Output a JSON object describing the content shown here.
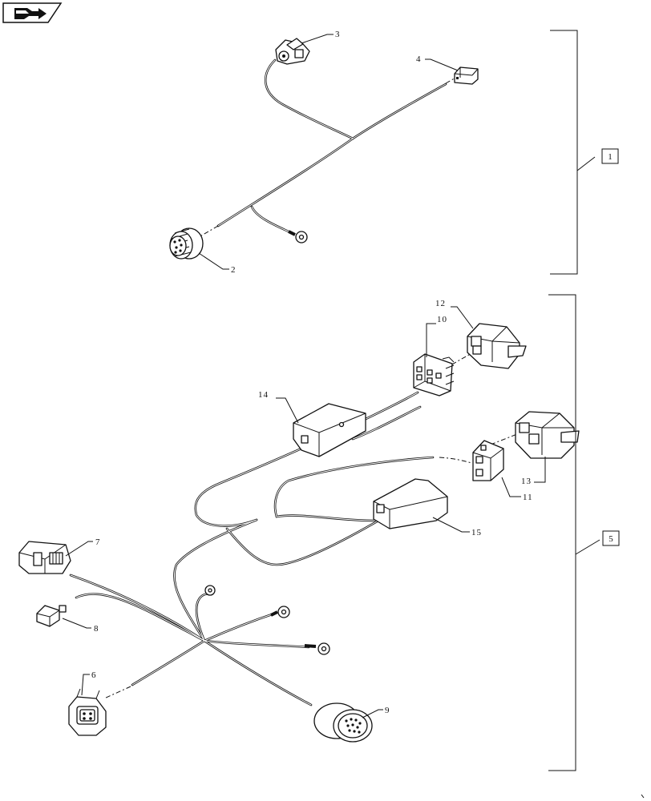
{
  "nav_icon": "book-arrow-icon",
  "callouts": {
    "c1": "1",
    "c2": "2",
    "c3": "3",
    "c4": "4",
    "c5": "5",
    "c6": "6",
    "c7": "7",
    "c8": "8",
    "c9": "9",
    "c10": "10",
    "c11": "11",
    "c12": "12",
    "c13": "13",
    "c14": "14",
    "c15": "15"
  }
}
